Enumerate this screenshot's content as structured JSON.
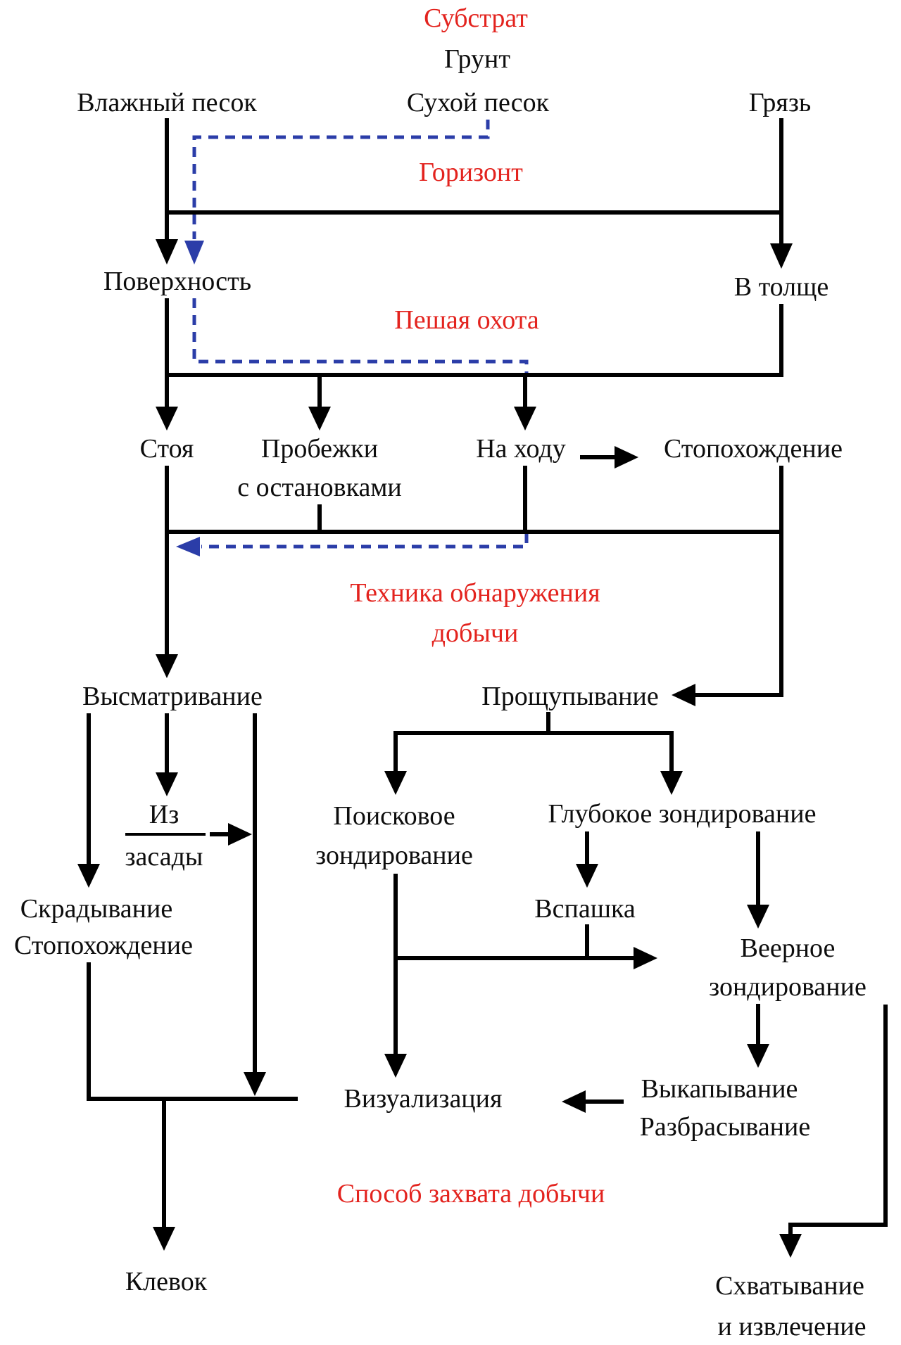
{
  "stage_headers": {
    "substrate": "Субстрат",
    "horizon": "Горизонт",
    "walking_hunt": "Пешая охота",
    "prey_detection_line1": "Техника обнаружения",
    "prey_detection_line2": "добычи",
    "prey_capture": "Способ захвата добычи"
  },
  "nodes": {
    "ground": "Грунт",
    "wet_sand": "Влажный песок",
    "dry_sand": "Сухой песок",
    "mud": "Грязь",
    "surface": "Поверхность",
    "in_depth": "В толще",
    "standing": "Стоя",
    "runs_line1": "Пробежки",
    "runs_line2": "с остановками",
    "on_the_move": "На ходу",
    "foot_walking": "Стопохождение",
    "looking_out": "Высматривание",
    "probing": "Прощупывание",
    "ambush_line1": "Из",
    "ambush_line2": "засады",
    "stalking_line1": "Скрадывание",
    "stalking_line2": "Стопохождение",
    "search_probing_line1": "Поисковое",
    "search_probing_line2": "зондирование",
    "deep_probing": "Глубокое зондирование",
    "plowing": "Вспашка",
    "fan_probing_line1": "Веерное",
    "fan_probing_line2": "зондирование",
    "visualization": "Визуализация",
    "digging_line1": "Выкапывание",
    "digging_line2": "Разбрасывание",
    "peck": "Клевок",
    "grasping_line1": "Схватывание",
    "grasping_line2": "и извлечение"
  },
  "colors": {
    "header_red": "#e3231e",
    "arrow_black": "#000000",
    "dashed_blue": "#2b3da8",
    "background": "#ffffff"
  }
}
